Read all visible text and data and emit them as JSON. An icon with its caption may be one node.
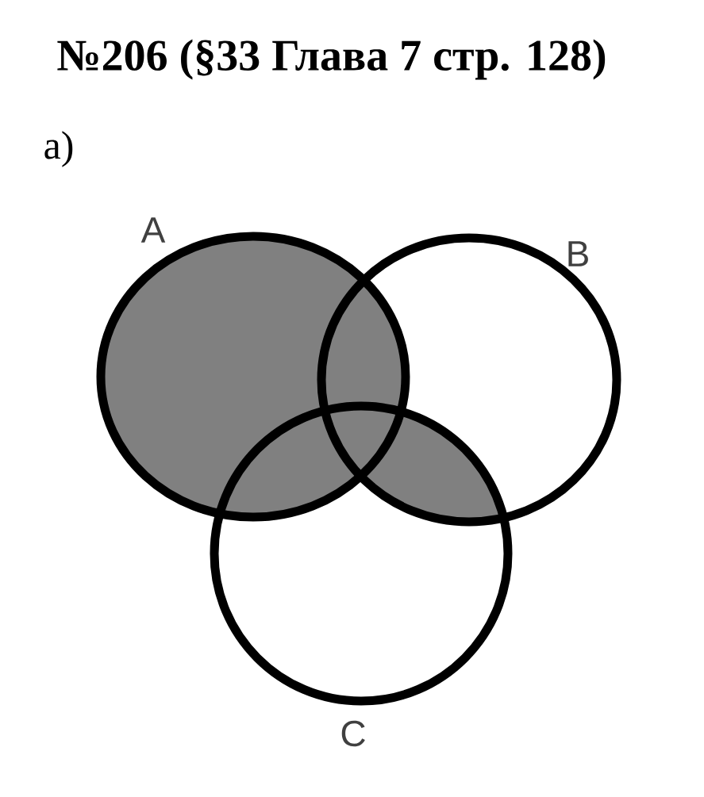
{
  "diagram": {
    "title": "№206 (§33 Глава 7  стр. 128)",
    "nodes": [
      {
        "text": [
          "A"
        ]
      },
      {
        "text": [
          "B"
        ]
      },
      {
        "text": [
          "C"
        ]
      }
    ],
    "labels": [
      "а)"
    ]
  }
}
